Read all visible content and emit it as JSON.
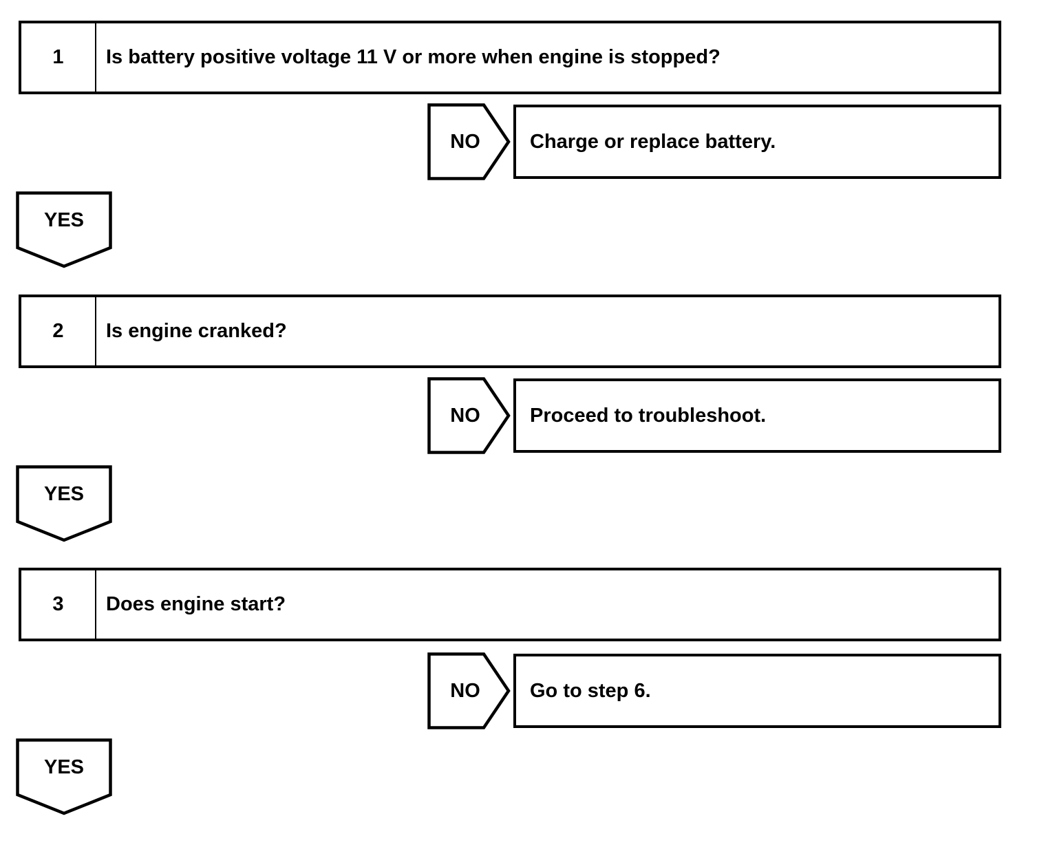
{
  "colors": {
    "line": "#000000",
    "background": "#ffffff"
  },
  "steps": [
    {
      "number": "1",
      "question": "Is battery positive voltage 11 V or more when engine is stopped?",
      "no_label": "NO",
      "no_result": "Charge or replace battery.",
      "yes_label": "YES"
    },
    {
      "number": "2",
      "question": "Is engine cranked?",
      "no_label": "NO",
      "no_result": "Proceed to troubleshoot.",
      "yes_label": "YES"
    },
    {
      "number": "3",
      "question": "Does engine start?",
      "no_label": "NO",
      "no_result": "Go to step 6.",
      "yes_label": "YES"
    }
  ]
}
